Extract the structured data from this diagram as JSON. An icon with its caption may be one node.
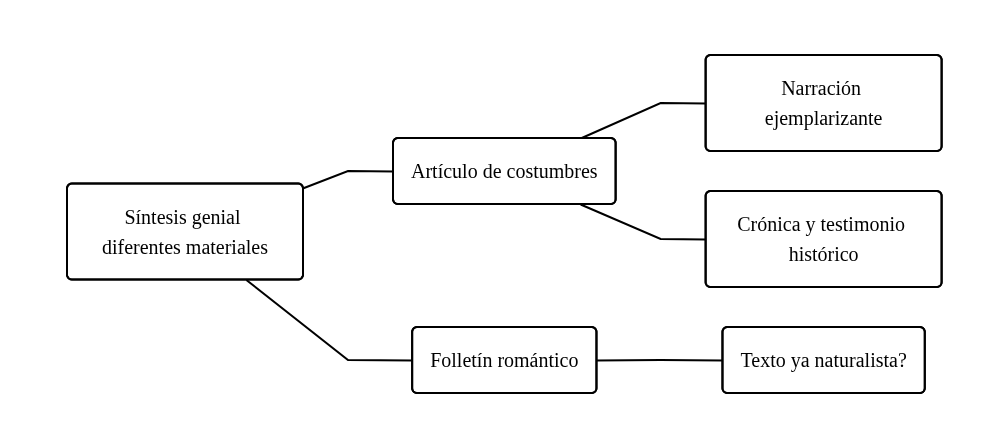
{
  "diagram": {
    "nodes": [
      {
        "text": [
          "Síntesis genial diferentes materiales"
        ]
      },
      {
        "text": [
          "Artículo de costumbres"
        ]
      },
      {
        "text": [
          "Folletín romántico"
        ]
      },
      {
        "text": [
          "Narración ejemplarizante"
        ]
      },
      {
        "text": [
          "Crónica y testimonio histórico"
        ]
      },
      {
        "text": [
          "Texto ya naturalista?"
        ]
      }
    ],
    "edges": [
      {
        "from": 0,
        "to": 1,
        "arrow": "none"
      },
      {
        "from": 0,
        "to": 2,
        "arrow": "none"
      },
      {
        "from": 1,
        "to": 3,
        "arrow": "none"
      },
      {
        "from": 1,
        "to": 4,
        "arrow": "none"
      },
      {
        "from": 2,
        "to": 5,
        "arrow": "none"
      }
    ]
  }
}
